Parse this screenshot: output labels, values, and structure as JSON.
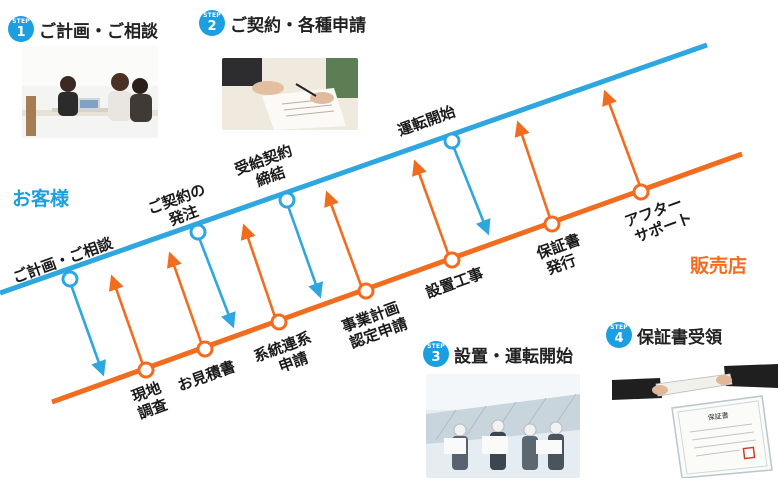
{
  "colors": {
    "customer_line": "#2ea6e0",
    "dealer_line": "#f26c1f",
    "down_arrow": "#2ea6e0",
    "up_arrow": "#f26c1f",
    "badge": "#1b9fe0",
    "label_text": "#1a1a1a"
  },
  "steps": [
    {
      "word": "STEP",
      "num": "1",
      "title": "ご計画・ご相談"
    },
    {
      "word": "STEP",
      "num": "2",
      "title": "ご契約・各種申請"
    },
    {
      "word": "STEP",
      "num": "3",
      "title": "設置・運転開始"
    },
    {
      "word": "STEP",
      "num": "4",
      "title": "保証書受領"
    }
  ],
  "lanes": {
    "customer": "お客様",
    "dealer": "販売店"
  },
  "customer_nodes": [
    {
      "lines": [
        "ご計画・ご相談"
      ]
    },
    {
      "lines": [
        "ご契約の",
        "発注"
      ]
    },
    {
      "lines": [
        "受給契約",
        "締結"
      ]
    },
    {
      "lines": [
        "運転開始"
      ]
    }
  ],
  "dealer_nodes": [
    {
      "lines": [
        "現地",
        "調査"
      ]
    },
    {
      "lines": [
        "お見積書"
      ]
    },
    {
      "lines": [
        "系統連系",
        "申請"
      ]
    },
    {
      "lines": [
        "事業計画",
        "認定申請"
      ]
    },
    {
      "lines": [
        "設置工事"
      ]
    },
    {
      "lines": [
        "保証書",
        "発行"
      ]
    },
    {
      "lines": [
        "アフター",
        "サポート"
      ]
    }
  ],
  "icons": [
    "photo-consultation",
    "photo-contract-signing",
    "photo-installation-team",
    "photo-warranty-handover"
  ],
  "warranty_doc_text": "保証書"
}
